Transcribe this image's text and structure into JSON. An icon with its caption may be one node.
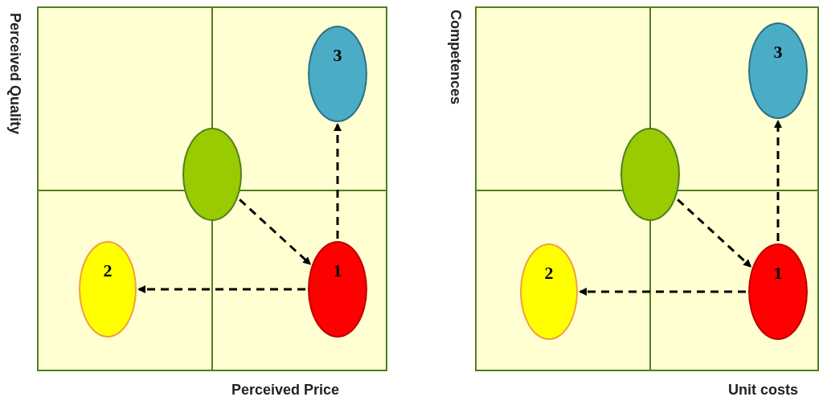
{
  "diagram": {
    "nodes": [
      {
        "text": [
          "3"
        ]
      },
      {
        "text": [],
        "shape": "circle"
      },
      {
        "text": [
          "2"
        ]
      },
      {
        "text": [
          "1"
        ]
      },
      {
        "text": [
          "3"
        ]
      },
      {
        "text": [],
        "shape": "circle"
      },
      {
        "text": [
          "2"
        ]
      },
      {
        "text": [
          "1"
        ]
      }
    ],
    "edges": [
      {
        "from": 1,
        "to": 3,
        "arrow": "to",
        "style": "dashed"
      },
      {
        "from": 3,
        "to": 2,
        "arrow": "to",
        "style": "dashed"
      },
      {
        "from": 3,
        "to": 0,
        "arrow": "to",
        "style": "dashed"
      },
      {
        "from": 5,
        "to": 7,
        "arrow": "to",
        "style": "dashed"
      },
      {
        "from": 7,
        "to": 6,
        "arrow": "to",
        "style": "dashed"
      },
      {
        "from": 7,
        "to": 4,
        "arrow": "to",
        "style": "dashed"
      }
    ],
    "labels": [
      "Perceived Quality",
      "Competences",
      "Perceived Price",
      "Unit costs"
    ]
  }
}
